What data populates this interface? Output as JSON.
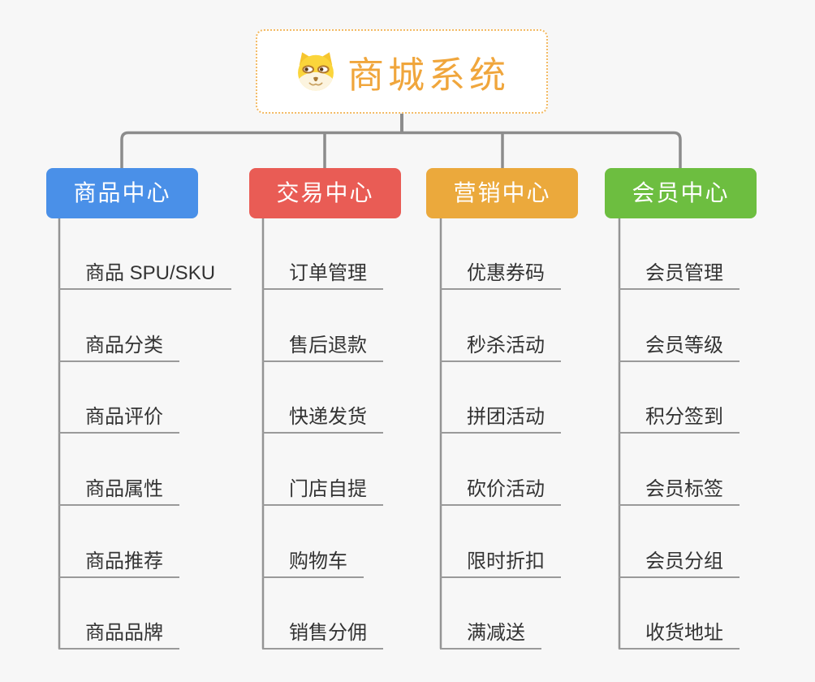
{
  "root": {
    "title": "商城系统",
    "title_color": "#F0A63C",
    "icon": "dog-face-icon"
  },
  "branches": [
    {
      "label": "商品中心",
      "color": "#4A90E8",
      "items": [
        "商品 SPU/SKU",
        "商品分类",
        "商品评价",
        "商品属性",
        "商品推荐",
        "商品品牌"
      ]
    },
    {
      "label": "交易中心",
      "color": "#E95C55",
      "items": [
        "订单管理",
        "售后退款",
        "快递发货",
        "门店自提",
        "购物车",
        "销售分佣"
      ]
    },
    {
      "label": "营销中心",
      "color": "#EBA93C",
      "items": [
        "优惠券码",
        "秒杀活动",
        "拼团活动",
        "砍价活动",
        "限时折扣",
        "满减送"
      ]
    },
    {
      "label": "会员中心",
      "color": "#6DBE40",
      "items": [
        "会员管理",
        "会员等级",
        "积分签到",
        "会员标签",
        "会员分组",
        "收货地址"
      ]
    }
  ],
  "colors": {
    "background": "#F7F7F7",
    "connector": "#8C8C8C",
    "spine": "#949494",
    "underline": "#9A9A9A",
    "root_border": "#F3BA63",
    "leaf_text": "#333333"
  }
}
